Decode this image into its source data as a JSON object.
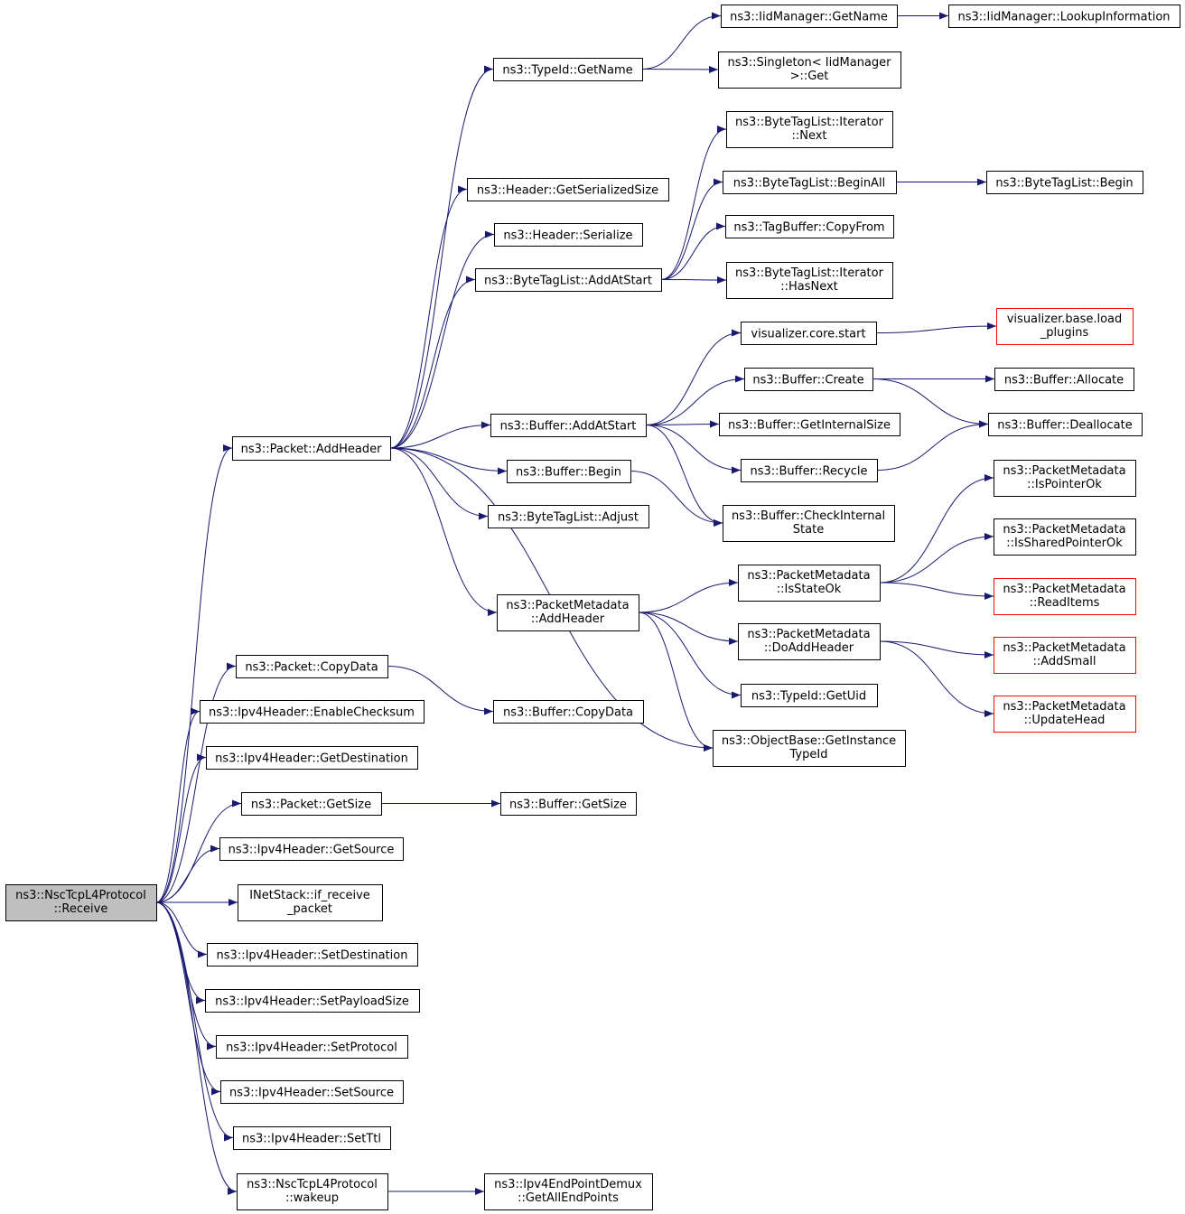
{
  "colors": {
    "edge": "#191970",
    "root_fill": "#bfbfbf",
    "node_border": "#000000",
    "truncated_border": "#ff0000"
  },
  "nodes": [
    {
      "id": "receive",
      "lines": [
        "ns3::NscTcpL4Protocol",
        "::Receive"
      ],
      "root": true
    },
    {
      "id": "addheader",
      "lines": [
        "ns3::Packet::AddHeader"
      ]
    },
    {
      "id": "copydata",
      "lines": [
        "ns3::Packet::CopyData"
      ]
    },
    {
      "id": "enablechecksum",
      "lines": [
        "ns3::Ipv4Header::EnableChecksum"
      ]
    },
    {
      "id": "getdestination",
      "lines": [
        "ns3::Ipv4Header::GetDestination"
      ]
    },
    {
      "id": "packetgetsize",
      "lines": [
        "ns3::Packet::GetSize"
      ]
    },
    {
      "id": "getsource",
      "lines": [
        "ns3::Ipv4Header::GetSource"
      ]
    },
    {
      "id": "ifreceive",
      "lines": [
        "INetStack::if_receive",
        "_packet"
      ]
    },
    {
      "id": "setdestination",
      "lines": [
        "ns3::Ipv4Header::SetDestination"
      ]
    },
    {
      "id": "setpayloadsize",
      "lines": [
        "ns3::Ipv4Header::SetPayloadSize"
      ]
    },
    {
      "id": "setprotocol",
      "lines": [
        "ns3::Ipv4Header::SetProtocol"
      ]
    },
    {
      "id": "setsource",
      "lines": [
        "ns3::Ipv4Header::SetSource"
      ]
    },
    {
      "id": "setttl",
      "lines": [
        "ns3::Ipv4Header::SetTtl"
      ]
    },
    {
      "id": "wakeup",
      "lines": [
        "ns3::NscTcpL4Protocol",
        "::wakeup"
      ]
    },
    {
      "id": "typeidgetname",
      "lines": [
        "ns3::TypeId::GetName"
      ]
    },
    {
      "id": "getserializedsize",
      "lines": [
        "ns3::Header::GetSerializedSize"
      ]
    },
    {
      "id": "serialize",
      "lines": [
        "ns3::Header::Serialize"
      ]
    },
    {
      "id": "addatstart_tag",
      "lines": [
        "ns3::ByteTagList::AddAtStart"
      ]
    },
    {
      "id": "buffer_addatstart",
      "lines": [
        "ns3::Buffer::AddAtStart"
      ]
    },
    {
      "id": "buffer_begin",
      "lines": [
        "ns3::Buffer::Begin"
      ]
    },
    {
      "id": "adjust",
      "lines": [
        "ns3::ByteTagList::Adjust"
      ]
    },
    {
      "id": "pm_addheader",
      "lines": [
        "ns3::PacketMetadata",
        "::AddHeader"
      ]
    },
    {
      "id": "buffer_copydata",
      "lines": [
        "ns3::Buffer::CopyData"
      ]
    },
    {
      "id": "buffer_getsize",
      "lines": [
        "ns3::Buffer::GetSize"
      ]
    },
    {
      "id": "getallendpoints",
      "lines": [
        "ns3::Ipv4EndPointDemux",
        "::GetAllEndPoints"
      ]
    },
    {
      "id": "iid_getname",
      "lines": [
        "ns3::IidManager::GetName"
      ]
    },
    {
      "id": "singleton_get",
      "lines": [
        "ns3::Singleton< IidManager",
        ">::Get"
      ]
    },
    {
      "id": "iter_next",
      "lines": [
        "ns3::ByteTagList::Iterator",
        "::Next"
      ]
    },
    {
      "id": "beginall",
      "lines": [
        "ns3::ByteTagList::BeginAll"
      ]
    },
    {
      "id": "tb_copyfrom",
      "lines": [
        "ns3::TagBuffer::CopyFrom"
      ]
    },
    {
      "id": "iter_hasnext",
      "lines": [
        "ns3::ByteTagList::Iterator",
        "::HasNext"
      ]
    },
    {
      "id": "viz_start",
      "lines": [
        "visualizer.core.start"
      ]
    },
    {
      "id": "buffer_create",
      "lines": [
        "ns3::Buffer::Create"
      ]
    },
    {
      "id": "getinternalsize",
      "lines": [
        "ns3::Buffer::GetInternalSize"
      ]
    },
    {
      "id": "buffer_recycle",
      "lines": [
        "ns3::Buffer::Recycle"
      ]
    },
    {
      "id": "checkinternal",
      "lines": [
        "ns3::Buffer::CheckInternal",
        "State"
      ]
    },
    {
      "id": "isstateok",
      "lines": [
        "ns3::PacketMetadata",
        "::IsStateOk"
      ]
    },
    {
      "id": "doaddheader",
      "lines": [
        "ns3::PacketMetadata",
        "::DoAddHeader"
      ]
    },
    {
      "id": "getuid",
      "lines": [
        "ns3::TypeId::GetUid"
      ]
    },
    {
      "id": "getinstancetypeid",
      "lines": [
        "ns3::ObjectBase::GetInstance",
        "TypeId"
      ]
    },
    {
      "id": "lookupinfo",
      "lines": [
        "ns3::IidManager::LookupInformation"
      ]
    },
    {
      "id": "tag_begin",
      "lines": [
        "ns3::ByteTagList::Begin"
      ]
    },
    {
      "id": "loadplugins",
      "lines": [
        "visualizer.base.load",
        "_plugins"
      ],
      "truncated": true
    },
    {
      "id": "allocate",
      "lines": [
        "ns3::Buffer::Allocate"
      ]
    },
    {
      "id": "deallocate",
      "lines": [
        "ns3::Buffer::Deallocate"
      ]
    },
    {
      "id": "ispointerok",
      "lines": [
        "ns3::PacketMetadata",
        "::IsPointerOk"
      ]
    },
    {
      "id": "issharedpointerok",
      "lines": [
        "ns3::PacketMetadata",
        "::IsSharedPointerOk"
      ]
    },
    {
      "id": "readitems",
      "lines": [
        "ns3::PacketMetadata",
        "::ReadItems"
      ],
      "truncated": true
    },
    {
      "id": "addsmall",
      "lines": [
        "ns3::PacketMetadata",
        "::AddSmall"
      ],
      "truncated": true
    },
    {
      "id": "updatehead",
      "lines": [
        "ns3::PacketMetadata",
        "::UpdateHead"
      ],
      "truncated": true
    }
  ],
  "edges": [
    [
      "receive",
      "addheader"
    ],
    [
      "receive",
      "copydata"
    ],
    [
      "receive",
      "enablechecksum"
    ],
    [
      "receive",
      "getdestination"
    ],
    [
      "receive",
      "packetgetsize"
    ],
    [
      "receive",
      "getsource"
    ],
    [
      "receive",
      "ifreceive"
    ],
    [
      "receive",
      "setdestination"
    ],
    [
      "receive",
      "setpayloadsize"
    ],
    [
      "receive",
      "setprotocol"
    ],
    [
      "receive",
      "setsource"
    ],
    [
      "receive",
      "setttl"
    ],
    [
      "receive",
      "wakeup"
    ],
    [
      "addheader",
      "typeidgetname"
    ],
    [
      "addheader",
      "getserializedsize"
    ],
    [
      "addheader",
      "serialize"
    ],
    [
      "addheader",
      "addatstart_tag"
    ],
    [
      "addheader",
      "buffer_addatstart"
    ],
    [
      "addheader",
      "buffer_begin"
    ],
    [
      "addheader",
      "adjust"
    ],
    [
      "addheader",
      "pm_addheader"
    ],
    [
      "addheader",
      "getinstancetypeid"
    ],
    [
      "copydata",
      "buffer_copydata"
    ],
    [
      "packetgetsize",
      "buffer_getsize"
    ],
    [
      "wakeup",
      "getallendpoints"
    ],
    [
      "typeidgetname",
      "iid_getname"
    ],
    [
      "typeidgetname",
      "singleton_get"
    ],
    [
      "iid_getname",
      "lookupinfo"
    ],
    [
      "addatstart_tag",
      "iter_next"
    ],
    [
      "addatstart_tag",
      "beginall"
    ],
    [
      "addatstart_tag",
      "tb_copyfrom"
    ],
    [
      "addatstart_tag",
      "iter_hasnext"
    ],
    [
      "beginall",
      "tag_begin"
    ],
    [
      "buffer_addatstart",
      "viz_start"
    ],
    [
      "buffer_addatstart",
      "buffer_create"
    ],
    [
      "buffer_addatstart",
      "getinternalsize"
    ],
    [
      "buffer_addatstart",
      "buffer_recycle"
    ],
    [
      "buffer_addatstart",
      "checkinternal"
    ],
    [
      "buffer_begin",
      "checkinternal"
    ],
    [
      "viz_start",
      "loadplugins"
    ],
    [
      "buffer_create",
      "allocate"
    ],
    [
      "buffer_create",
      "deallocate"
    ],
    [
      "buffer_recycle",
      "deallocate"
    ],
    [
      "pm_addheader",
      "isstateok"
    ],
    [
      "pm_addheader",
      "doaddheader"
    ],
    [
      "pm_addheader",
      "getuid"
    ],
    [
      "pm_addheader",
      "getinstancetypeid"
    ],
    [
      "isstateok",
      "ispointerok"
    ],
    [
      "isstateok",
      "issharedpointerok"
    ],
    [
      "isstateok",
      "readitems"
    ],
    [
      "doaddheader",
      "addsmall"
    ],
    [
      "doaddheader",
      "updatehead"
    ]
  ]
}
